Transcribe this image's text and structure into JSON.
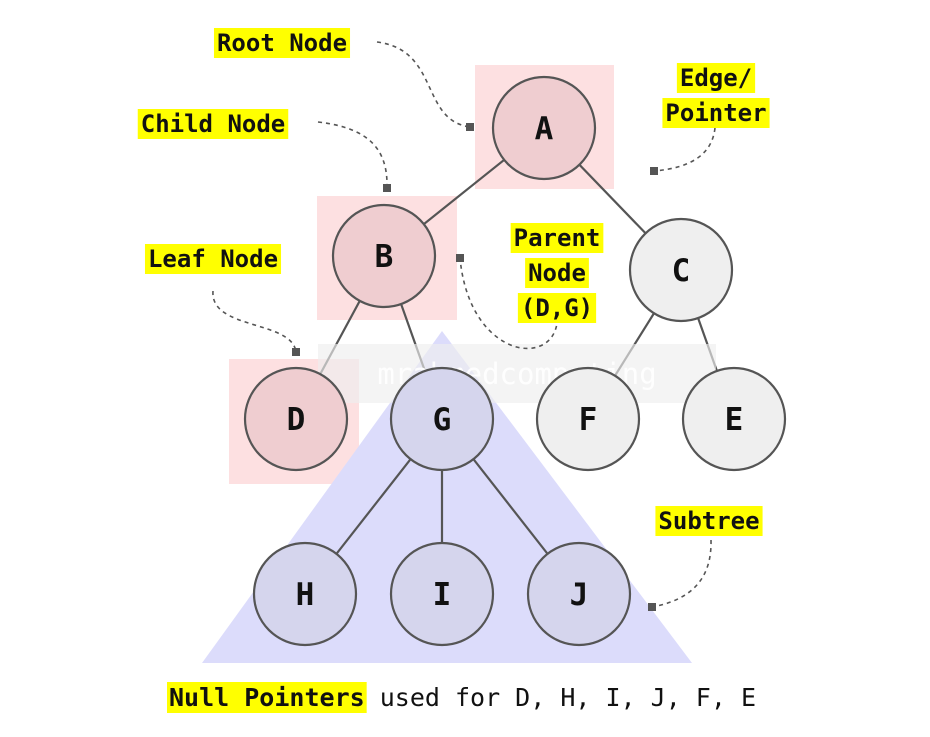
{
  "colors": {
    "highlight_box": "#fde0e1",
    "red_node_fill": "#efcdd0",
    "grey_node_fill": "#efefef",
    "blue_node_fill": "#d5d5ed",
    "subtree_triangle": "#dcdcfb",
    "label_background": "#ffff00",
    "edge_stroke": "#555555",
    "watermark_band": "#eeeeee"
  },
  "nodes": [
    {
      "id": "A",
      "label": "A",
      "group": "red"
    },
    {
      "id": "B",
      "label": "B",
      "group": "red"
    },
    {
      "id": "C",
      "label": "C",
      "group": "grey"
    },
    {
      "id": "D",
      "label": "D",
      "group": "red"
    },
    {
      "id": "G",
      "label": "G",
      "group": "blue"
    },
    {
      "id": "F",
      "label": "F",
      "group": "grey"
    },
    {
      "id": "E",
      "label": "E",
      "group": "grey"
    },
    {
      "id": "H",
      "label": "H",
      "group": "blue"
    },
    {
      "id": "I",
      "label": "I",
      "group": "blue"
    },
    {
      "id": "J",
      "label": "J",
      "group": "blue"
    }
  ],
  "edges": [
    {
      "from": "A",
      "to": "B"
    },
    {
      "from": "A",
      "to": "C"
    },
    {
      "from": "B",
      "to": "D"
    },
    {
      "from": "B",
      "to": "G"
    },
    {
      "from": "C",
      "to": "F"
    },
    {
      "from": "C",
      "to": "E"
    },
    {
      "from": "G",
      "to": "H"
    },
    {
      "from": "G",
      "to": "I"
    },
    {
      "from": "G",
      "to": "J"
    }
  ],
  "callouts": {
    "root": {
      "lines": [
        "Root Node"
      ]
    },
    "child": {
      "lines": [
        "Child Node"
      ]
    },
    "edge": {
      "lines": [
        "Edge/",
        "Pointer"
      ]
    },
    "leaf": {
      "lines": [
        "Leaf Node"
      ]
    },
    "parent": {
      "lines": [
        "Parent",
        "Node",
        "(D,G)"
      ]
    },
    "subtree": {
      "lines": [
        "Subtree"
      ]
    }
  },
  "watermark": "mrahmedcomputing",
  "footer": {
    "bold_text": "Null Pointers",
    "rest_text": " used for D, H, I, J, F, E"
  }
}
